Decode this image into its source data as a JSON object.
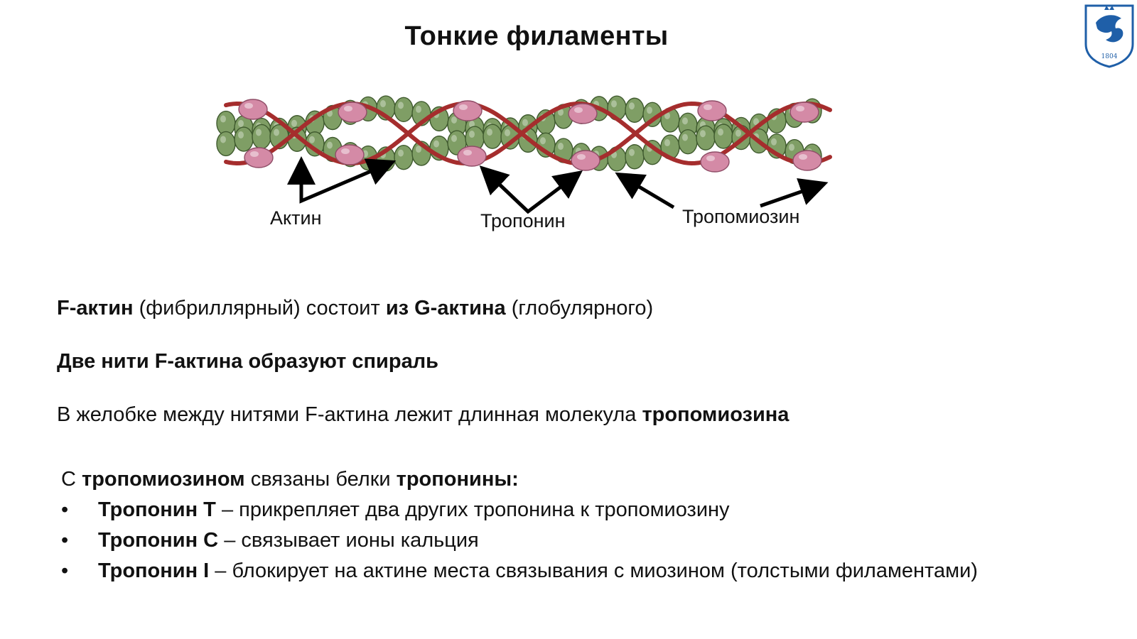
{
  "slide": {
    "title": "Тонкие филаменты",
    "logo_text": "1804",
    "labels": {
      "actin": "Актин",
      "troponin": "Тропонин",
      "tropomyosin": "Тропомиозин"
    },
    "line1": {
      "b1": "F-актин",
      "t1": " (фибриллярный) состоит ",
      "b2": "из G-актина",
      "t2": " (глобулярного)"
    },
    "line2": {
      "b1": "Две нити F-актина образуют спираль"
    },
    "line3": {
      "t1": "В желобке между нитями F-актина лежит длинная молекула ",
      "b1": "тропомиозина"
    },
    "line4": {
      "t1": "С ",
      "b1": "тропомиозином",
      "t2": " связаны белки ",
      "b2": "тропонины:"
    },
    "bullet_char": "•",
    "bullets": [
      {
        "name": "Тропонин Т",
        "desc": " – прикрепляет два других тропонина к тропомиозину"
      },
      {
        "name": "Тропонин С",
        "desc": " – связывает ионы кальция"
      },
      {
        "name": "Тропонин I",
        "desc": " – блокирует на актине места связывания с миозином (толстыми филаментами)"
      }
    ],
    "colors": {
      "actin": "#7f9e65",
      "actin_stroke": "#3f5a2e",
      "troponin": "#d48aa6",
      "tropomyosin": "#a52d2d",
      "logo": "#1f5fa8"
    }
  }
}
